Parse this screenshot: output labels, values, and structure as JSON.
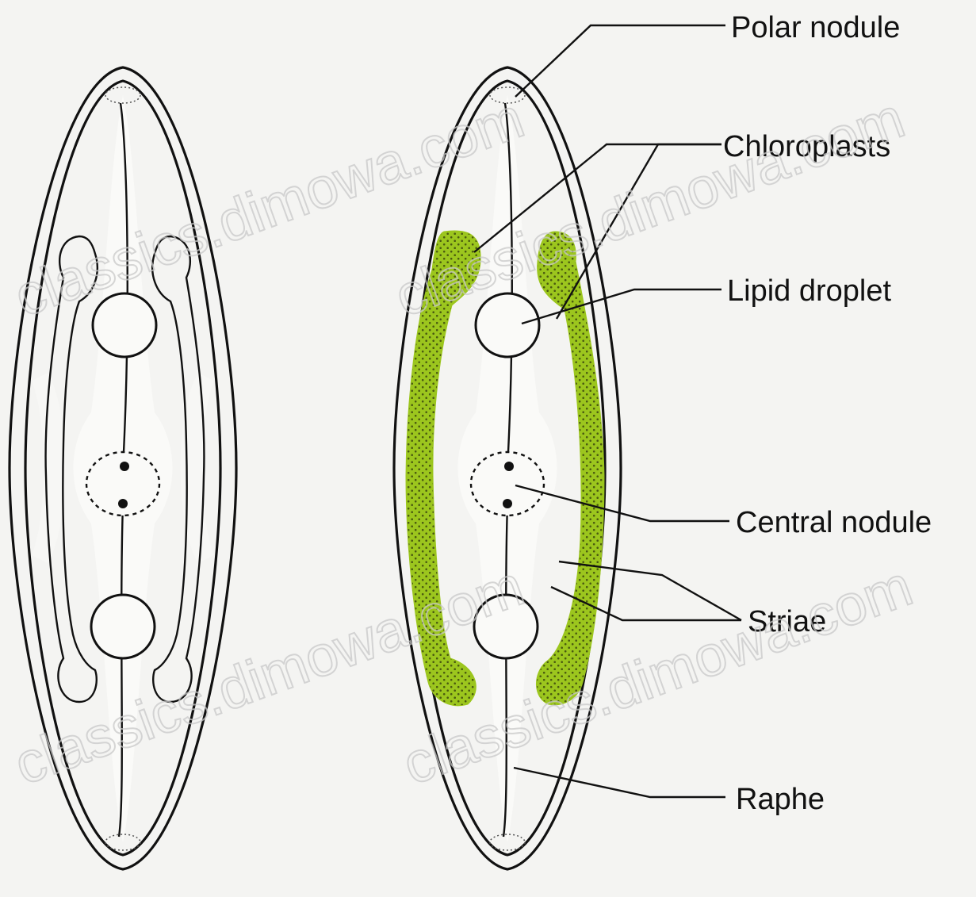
{
  "labels": {
    "polar_nodule": "Polar nodule",
    "chloroplasts": "Chloroplasts",
    "lipid_droplet": "Lipid droplet",
    "central_nodule": "Central nodule",
    "striae": "Striae",
    "raphe": "Raphe"
  },
  "watermark": {
    "text": "classics.dimowa.com"
  },
  "colors": {
    "chloroplast": "#9cc61e",
    "outline": "#111111",
    "background": "#f4f4f2"
  }
}
